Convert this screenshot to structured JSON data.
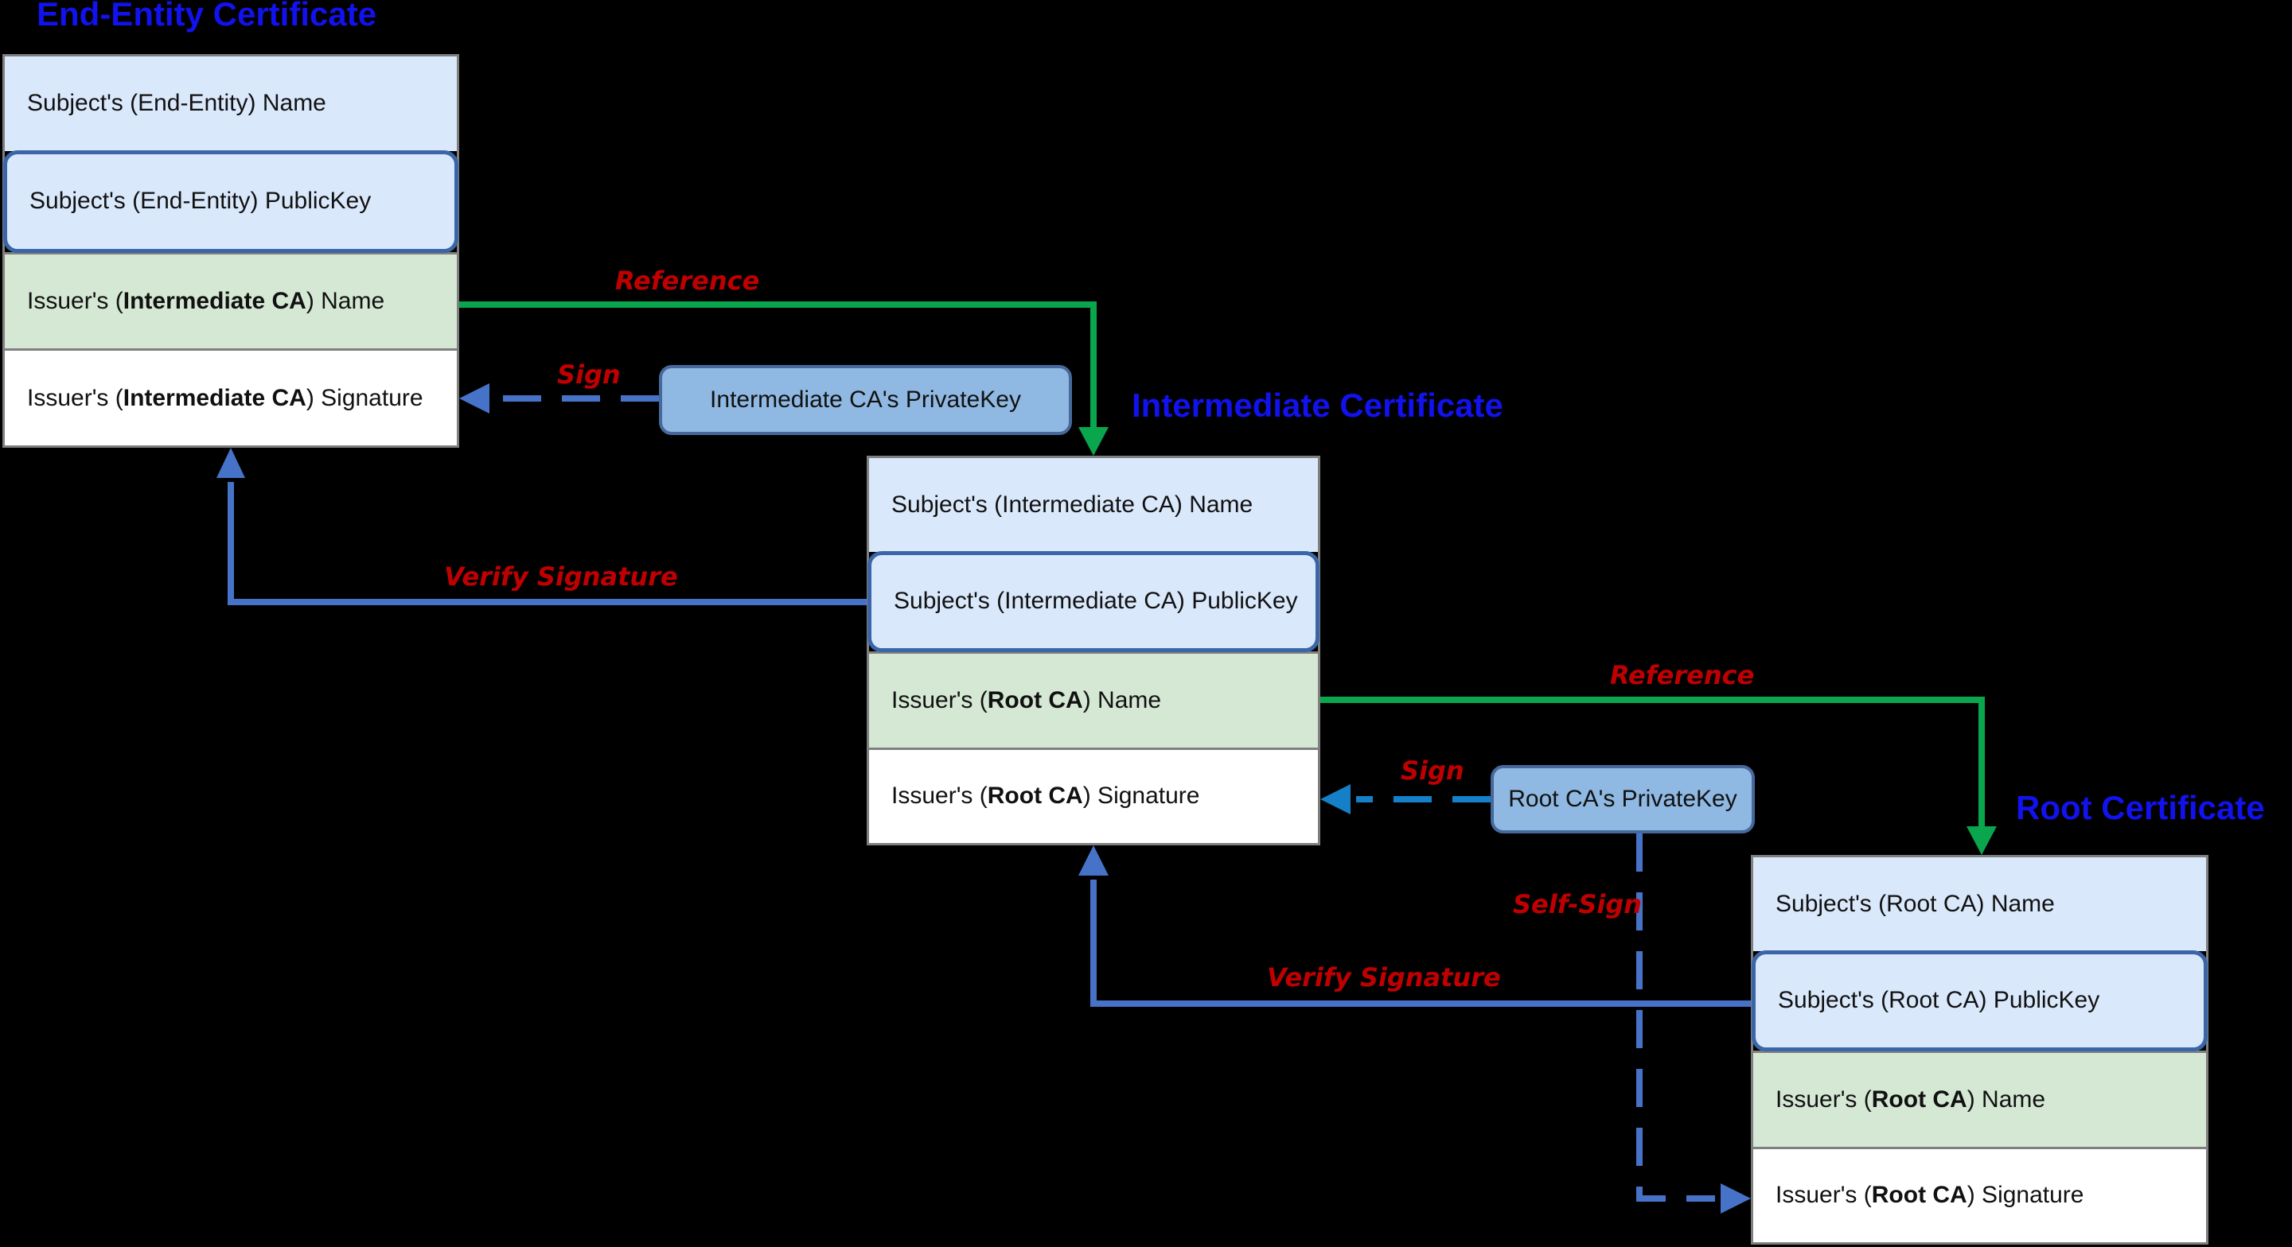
{
  "colors": {
    "background": "#000000",
    "title_blue": "#1212ee",
    "label_red": "#c00000",
    "row_blue_fill": "#dae8fc",
    "row_green_fill": "#d5e8d4",
    "row_white_fill": "#ffffff",
    "row_border_gray": "#7f7f7f",
    "publickey_border": "#3a66a8",
    "privatekey_fill": "#8fb9e2",
    "privatekey_border": "#46699b",
    "green_arrow": "#0aa64d",
    "blue_arrow": "#4673c8",
    "azure_arrow": "#1580c8"
  },
  "certificates": {
    "end_entity": {
      "title": "End-Entity Certificate",
      "rows": [
        {
          "prefix": "Subject's (End-Entity) Name",
          "bold": "",
          "suffix": ""
        },
        {
          "prefix": "Subject's (End-Entity) PublicKey",
          "bold": "",
          "suffix": ""
        },
        {
          "prefix": "Issuer's (",
          "bold": "Intermediate CA",
          "suffix": ") Name"
        },
        {
          "prefix": "Issuer's (",
          "bold": "Intermediate CA",
          "suffix": ") Signature"
        }
      ]
    },
    "intermediate": {
      "title": "Intermediate Certificate",
      "rows": [
        {
          "prefix": "Subject's (Intermediate CA) Name",
          "bold": "",
          "suffix": ""
        },
        {
          "prefix": "Subject's (Intermediate CA) PublicKey",
          "bold": "",
          "suffix": ""
        },
        {
          "prefix": "Issuer's (",
          "bold": "Root CA",
          "suffix": ") Name"
        },
        {
          "prefix": "Issuer's (",
          "bold": "Root CA",
          "suffix": ") Signature"
        }
      ]
    },
    "root": {
      "title": "Root Certificate",
      "rows": [
        {
          "prefix": "Subject's (Root CA) Name",
          "bold": "",
          "suffix": ""
        },
        {
          "prefix": "Subject's (Root CA) PublicKey",
          "bold": "",
          "suffix": ""
        },
        {
          "prefix": "Issuer's (",
          "bold": "Root CA",
          "suffix": ") Name"
        },
        {
          "prefix": "Issuer's (",
          "bold": "Root CA",
          "suffix": ") Signature"
        }
      ]
    }
  },
  "keys": {
    "intermediate_private_key": "Intermediate CA's PrivateKey",
    "root_private_key": "Root CA's PrivateKey"
  },
  "labels": {
    "reference1": "Reference",
    "sign1": "Sign",
    "verify1": "Verify Signature",
    "reference2": "Reference",
    "sign2": "Sign",
    "verify2": "Verify Signature",
    "self_sign": "Self-Sign"
  }
}
